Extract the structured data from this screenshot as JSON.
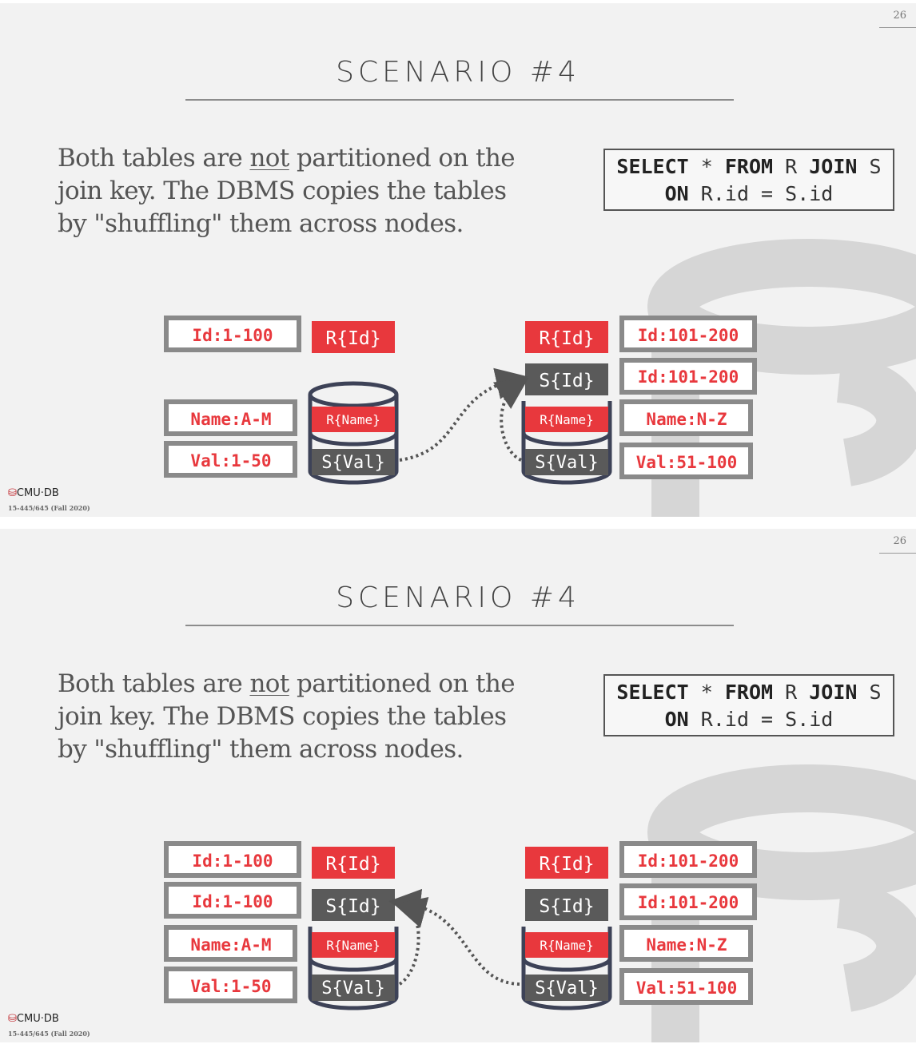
{
  "slides": [
    {
      "page_number": "26",
      "title": "SCENARIO #4",
      "body": {
        "pre": "Both tables are ",
        "emph": "not",
        "post": " partitioned on the join key. The DBMS copies the tables by \"shuffling\" them across nodes."
      },
      "sql": {
        "kw_select": "SELECT",
        "star": " * ",
        "kw_from": "FROM",
        "r": " R ",
        "kw_join": "JOIN",
        "s": " S",
        "kw_on": "ON",
        "cond": " R.id = S.id"
      },
      "left_node": {
        "partitions": [
          "Id:1-100",
          "Name:A-M",
          "Val:1-50"
        ],
        "tags": [
          "R{Id}",
          "R{Name}",
          "S{Val}"
        ]
      },
      "right_node": {
        "partitions": [
          "Id:101-200",
          "Id:101-200",
          "Name:N-Z",
          "Val:51-100"
        ],
        "tags": [
          "R{Id}",
          "S{Id}",
          "R{Name}",
          "S{Val}"
        ]
      },
      "footer": {
        "logo": "CMU·DB",
        "course": "15-445/645 (Fall 2020)"
      }
    },
    {
      "page_number": "26",
      "title": "SCENARIO #4",
      "body": {
        "pre": "Both tables are ",
        "emph": "not",
        "post": " partitioned on the join key. The DBMS copies the tables by \"shuffling\" them across nodes."
      },
      "sql": {
        "kw_select": "SELECT",
        "star": " * ",
        "kw_from": "FROM",
        "r": " R ",
        "kw_join": "JOIN",
        "s": " S",
        "kw_on": "ON",
        "cond": " R.id = S.id"
      },
      "left_node": {
        "partitions": [
          "Id:1-100",
          "Id:1-100",
          "Name:A-M",
          "Val:1-50"
        ],
        "tags": [
          "R{Id}",
          "S{Id}",
          "R{Name}",
          "S{Val}"
        ]
      },
      "right_node": {
        "partitions": [
          "Id:101-200",
          "Id:101-200",
          "Name:N-Z",
          "Val:51-100"
        ],
        "tags": [
          "R{Id}",
          "S{Id}",
          "R{Name}",
          "S{Val}"
        ]
      },
      "footer": {
        "logo": "CMU·DB",
        "course": "15-445/645 (Fall 2020)"
      }
    }
  ],
  "colors": {
    "red": "#e8383d",
    "gray": "#5a5a5a",
    "db_outline": "#3d4257",
    "partition_border": "#8a8a8a"
  }
}
